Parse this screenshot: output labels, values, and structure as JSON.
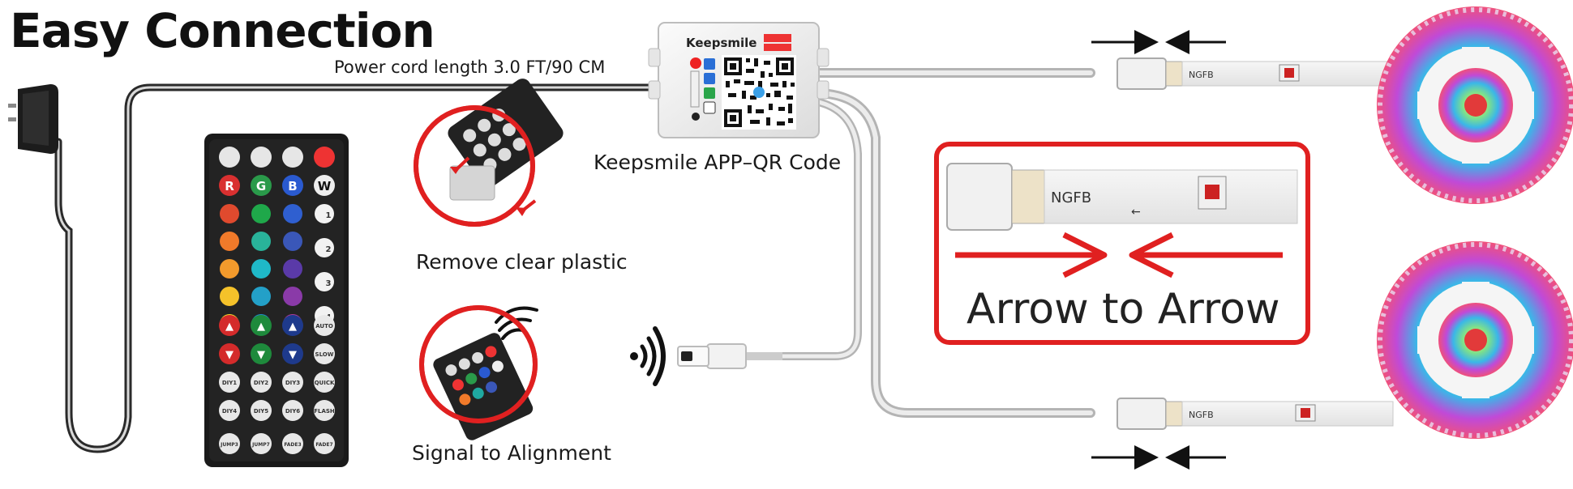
{
  "title": "Easy Connection",
  "power_cord_label": "Power cord length 3.0 FT/90 CM",
  "controller": {
    "brand": "Keepsmile"
  },
  "qr_label": "Keepsmile APP–QR Code",
  "remove_label": "Remove clear plastic",
  "signal_label": "Signal to Alignment",
  "arrow_label": "Arrow to Arrow",
  "remote": {
    "top_row_icons": [
      "bright-up-icon",
      "bright-down-icon",
      "play-icon",
      "power-icon"
    ],
    "color_letters": [
      "R",
      "G",
      "B",
      "W"
    ],
    "color_grid": [
      [
        "#e04a2e",
        "#1fa84a",
        "#2f5fd0"
      ],
      [
        "#f07a2a",
        "#29b39a",
        "#3a57b8"
      ],
      [
        "#f29a2c",
        "#1fb8c8",
        "#5a3aa8"
      ],
      [
        "#f5c22a",
        "#23a0c8",
        "#8a3aa8"
      ],
      [
        "#f6e02a",
        "#1f8ccf",
        "#b23a9a"
      ]
    ],
    "music_labels": [
      "1",
      "2",
      "3",
      "4"
    ],
    "arrow_colors": [
      "#d42b2b",
      "#1e8a3c",
      "#1e3a8c"
    ],
    "side_labels": [
      "AUTO",
      "SLOW",
      "QUICK",
      "FLASH"
    ],
    "diy_rows": [
      [
        "DIY1",
        "DIY2",
        "DIY3"
      ],
      [
        "DIY4",
        "DIY5",
        "DIY6"
      ]
    ],
    "bottom_row": [
      "JUMP3",
      "JUMP7",
      "FADE3",
      "FADE7"
    ]
  },
  "colors": {
    "accent_red": "#e02020",
    "cable_gray": "#8c8c8c",
    "cord_black": "#2a2a2a"
  }
}
